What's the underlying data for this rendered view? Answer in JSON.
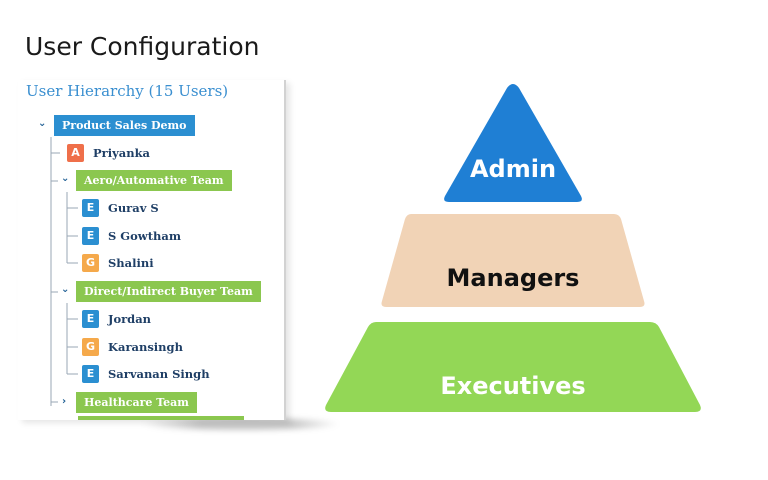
{
  "title": "User Configuration",
  "tree": {
    "heading": "User Hierarchy (15 Users)",
    "root": "Product Sales Demo",
    "nodes": [
      {
        "type": "user",
        "initial": "A",
        "name": "Priyanka",
        "color": "#ef6f4a"
      },
      {
        "type": "team",
        "name": "Aero/Automative Team",
        "expanded": true,
        "members": [
          {
            "initial": "E",
            "name": "Gurav S",
            "color": "#2b8fd1"
          },
          {
            "initial": "E",
            "name": "S Gowtham",
            "color": "#2b8fd1"
          },
          {
            "initial": "G",
            "name": "Shalini",
            "color": "#f5a94b"
          }
        ]
      },
      {
        "type": "team",
        "name": "Direct/Indirect Buyer Team",
        "expanded": true,
        "members": [
          {
            "initial": "E",
            "name": "Jordan",
            "color": "#2b8fd1"
          },
          {
            "initial": "G",
            "name": "Karansingh",
            "color": "#f5a94b"
          },
          {
            "initial": "E",
            "name": "Sarvanan Singh",
            "color": "#2b8fd1"
          }
        ]
      },
      {
        "type": "team",
        "name": "Healthcare Team",
        "expanded": false
      }
    ]
  },
  "pyramid": {
    "levels": [
      {
        "label": "Admin",
        "color": "#1f7fd4",
        "text_color": "#ffffff"
      },
      {
        "label": "Managers",
        "color": "#f1d3b6",
        "text_color": "#111111"
      },
      {
        "label": "Executives",
        "color": "#93d756",
        "text_color": "#ffffff"
      }
    ]
  }
}
